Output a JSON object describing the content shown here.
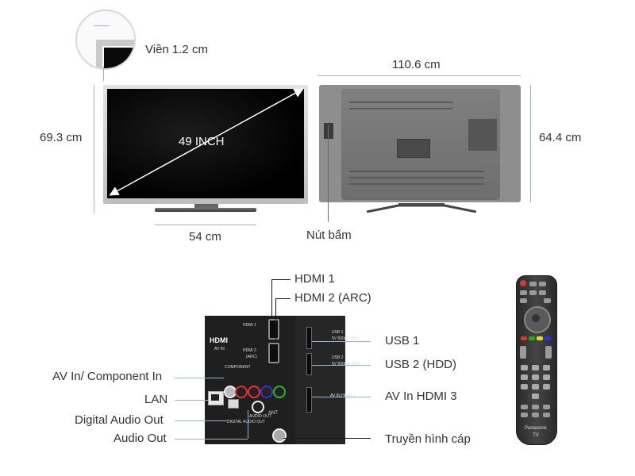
{
  "dimensions": {
    "bezel": "Viền 1.2 cm",
    "width": "110.6 cm",
    "height_with_stand": "69.3 cm",
    "height_without_stand": "64.4 cm",
    "screen_size": "49 INCH",
    "stand_width": "54 cm",
    "buttons": "Nút bấm"
  },
  "ports": {
    "hdmi1": "HDMI 1",
    "hdmi2": "HDMI 2 (ARC)",
    "usb1": "USB 1",
    "usb2": "USB 2 (HDD)",
    "av_hdmi3": "AV In HDMI 3",
    "cable": "Truyền hình cáp",
    "av_component": "AV In/ Component In",
    "lan": "LAN",
    "digital_audio": "Digital Audio Out",
    "audio_out": "Audio Out"
  },
  "panel_text": {
    "hdmi_logo": "HDMI",
    "av_in": "AV IN",
    "hdmi1_tag": "HDMI 1",
    "hdmi2_tag": "HDMI 2",
    "arc": "(ARC)",
    "usb1_tag": "USB 1",
    "usb1_spec": "5V 500mA MAX",
    "usb2_tag": "USB 2",
    "usb2_spec": "5V 500mA MAX",
    "av_in_hdmi3": "AV IN HDMI 3",
    "component": "COMPONENT",
    "audio_out_tag": "AUDIO OUT",
    "digital_tag": "DIGITAL AUDIO OUT",
    "ant": "ANT"
  },
  "remote": {
    "brand": "Panasonic",
    "model": "TV"
  },
  "colors": {
    "leader_line": "#9fb2c8",
    "label_text": "#333333"
  }
}
